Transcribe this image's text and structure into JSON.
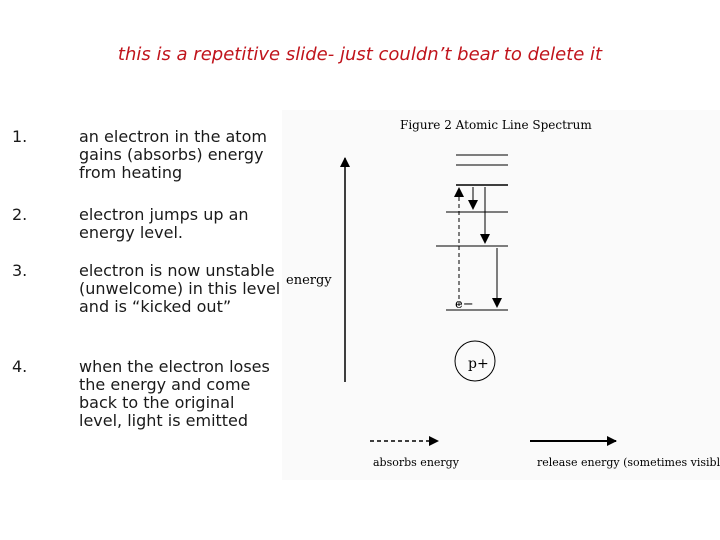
{
  "slide": {
    "title": "this is a repetitive slide- just couldn’t bear to delete it",
    "title_color": "#c0141c"
  },
  "steps": [
    {
      "number": "1.",
      "text": "an electron in the atom gains (absorbs) energy from heating"
    },
    {
      "number": "2.",
      "text": "electron jumps up an energy level."
    },
    {
      "number": "3.",
      "text": "electron is now unstable (unwelcome) in this level and is “kicked out”"
    },
    {
      "number": "4.",
      "text": "when the electron loses the energy and come back to the original level, light is emitted"
    }
  ],
  "figure": {
    "caption": "Figure 2   Atomic Line Spectrum",
    "axis_label": "energy",
    "electron_label": "e−",
    "proton_label": "p+",
    "legend_absorb": "absorbs energy",
    "legend_release": "release energy (sometimes visible)"
  }
}
